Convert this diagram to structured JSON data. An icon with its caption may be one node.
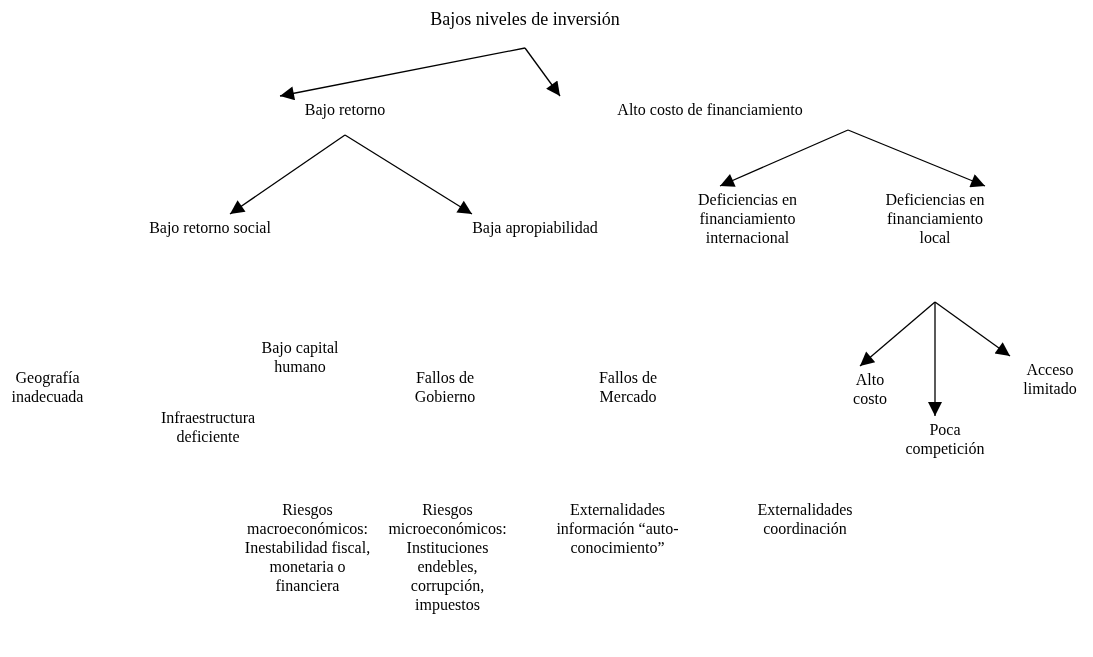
{
  "diagram": {
    "nodes": [
      {
        "text": [
          "Bajos niveles de inversión"
        ]
      },
      {
        "text": [
          "Bajo retorno"
        ]
      },
      {
        "text": [
          "Alto costo de financiamiento"
        ]
      },
      {
        "text": [
          "Bajo retorno social"
        ]
      },
      {
        "text": [
          "Baja apropiabilidad"
        ]
      },
      {
        "text": [
          "Deficiencias en financiamiento internacional"
        ]
      },
      {
        "text": [
          "Deficiencias en financiamiento local"
        ]
      },
      {
        "text": [
          "Geografía inadecuada"
        ]
      },
      {
        "text": [
          "Bajo capital humano"
        ]
      },
      {
        "text": [
          "Fallos de Gobierno"
        ]
      },
      {
        "text": [
          "Fallos de Mercado"
        ]
      },
      {
        "text": [
          "Infraestructura deficiente"
        ]
      },
      {
        "text": [
          "Alto costo"
        ]
      },
      {
        "text": [
          "Poca competición"
        ]
      },
      {
        "text": [
          "Acceso limitado"
        ]
      },
      {
        "text": [
          "Riesgos macroeconómicos: Inestabilidad fiscal, monetaria o financiera"
        ]
      },
      {
        "text": [
          "Riesgos microeconómicos: Instituciones endebles, corrupción, impuestos"
        ]
      },
      {
        "text": [
          "Externalidades información “auto-conocimiento”"
        ]
      },
      {
        "text": [
          "Externalidades coordinación"
        ]
      }
    ],
    "edges": [
      {
        "from": 0,
        "to": 1,
        "arrow": "to"
      },
      {
        "from": 0,
        "to": 2,
        "arrow": "to"
      },
      {
        "from": 1,
        "to": 3,
        "arrow": "to"
      },
      {
        "from": 1,
        "to": 4,
        "arrow": "to"
      },
      {
        "from": 2,
        "to": 5,
        "arrow": "to"
      },
      {
        "from": 2,
        "to": 6,
        "arrow": "to"
      },
      {
        "from": 6,
        "to": 12,
        "arrow": "to"
      },
      {
        "from": 6,
        "to": 13,
        "arrow": "to"
      },
      {
        "from": 6,
        "to": 14,
        "arrow": "to"
      }
    ]
  }
}
